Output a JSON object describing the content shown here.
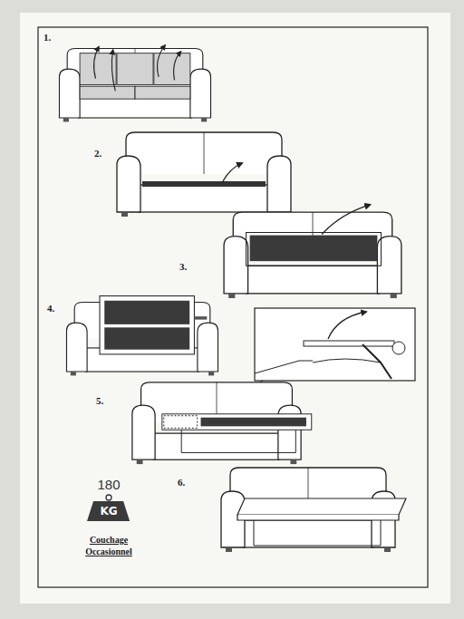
{
  "diagram": {
    "nodes": [
      {
        "text": [
          "KG"
        ]
      }
    ],
    "labels": [
      "1.",
      "2.",
      "3.",
      "4.",
      "5.",
      "180",
      "6.",
      "Couchage Occasionnel"
    ]
  }
}
